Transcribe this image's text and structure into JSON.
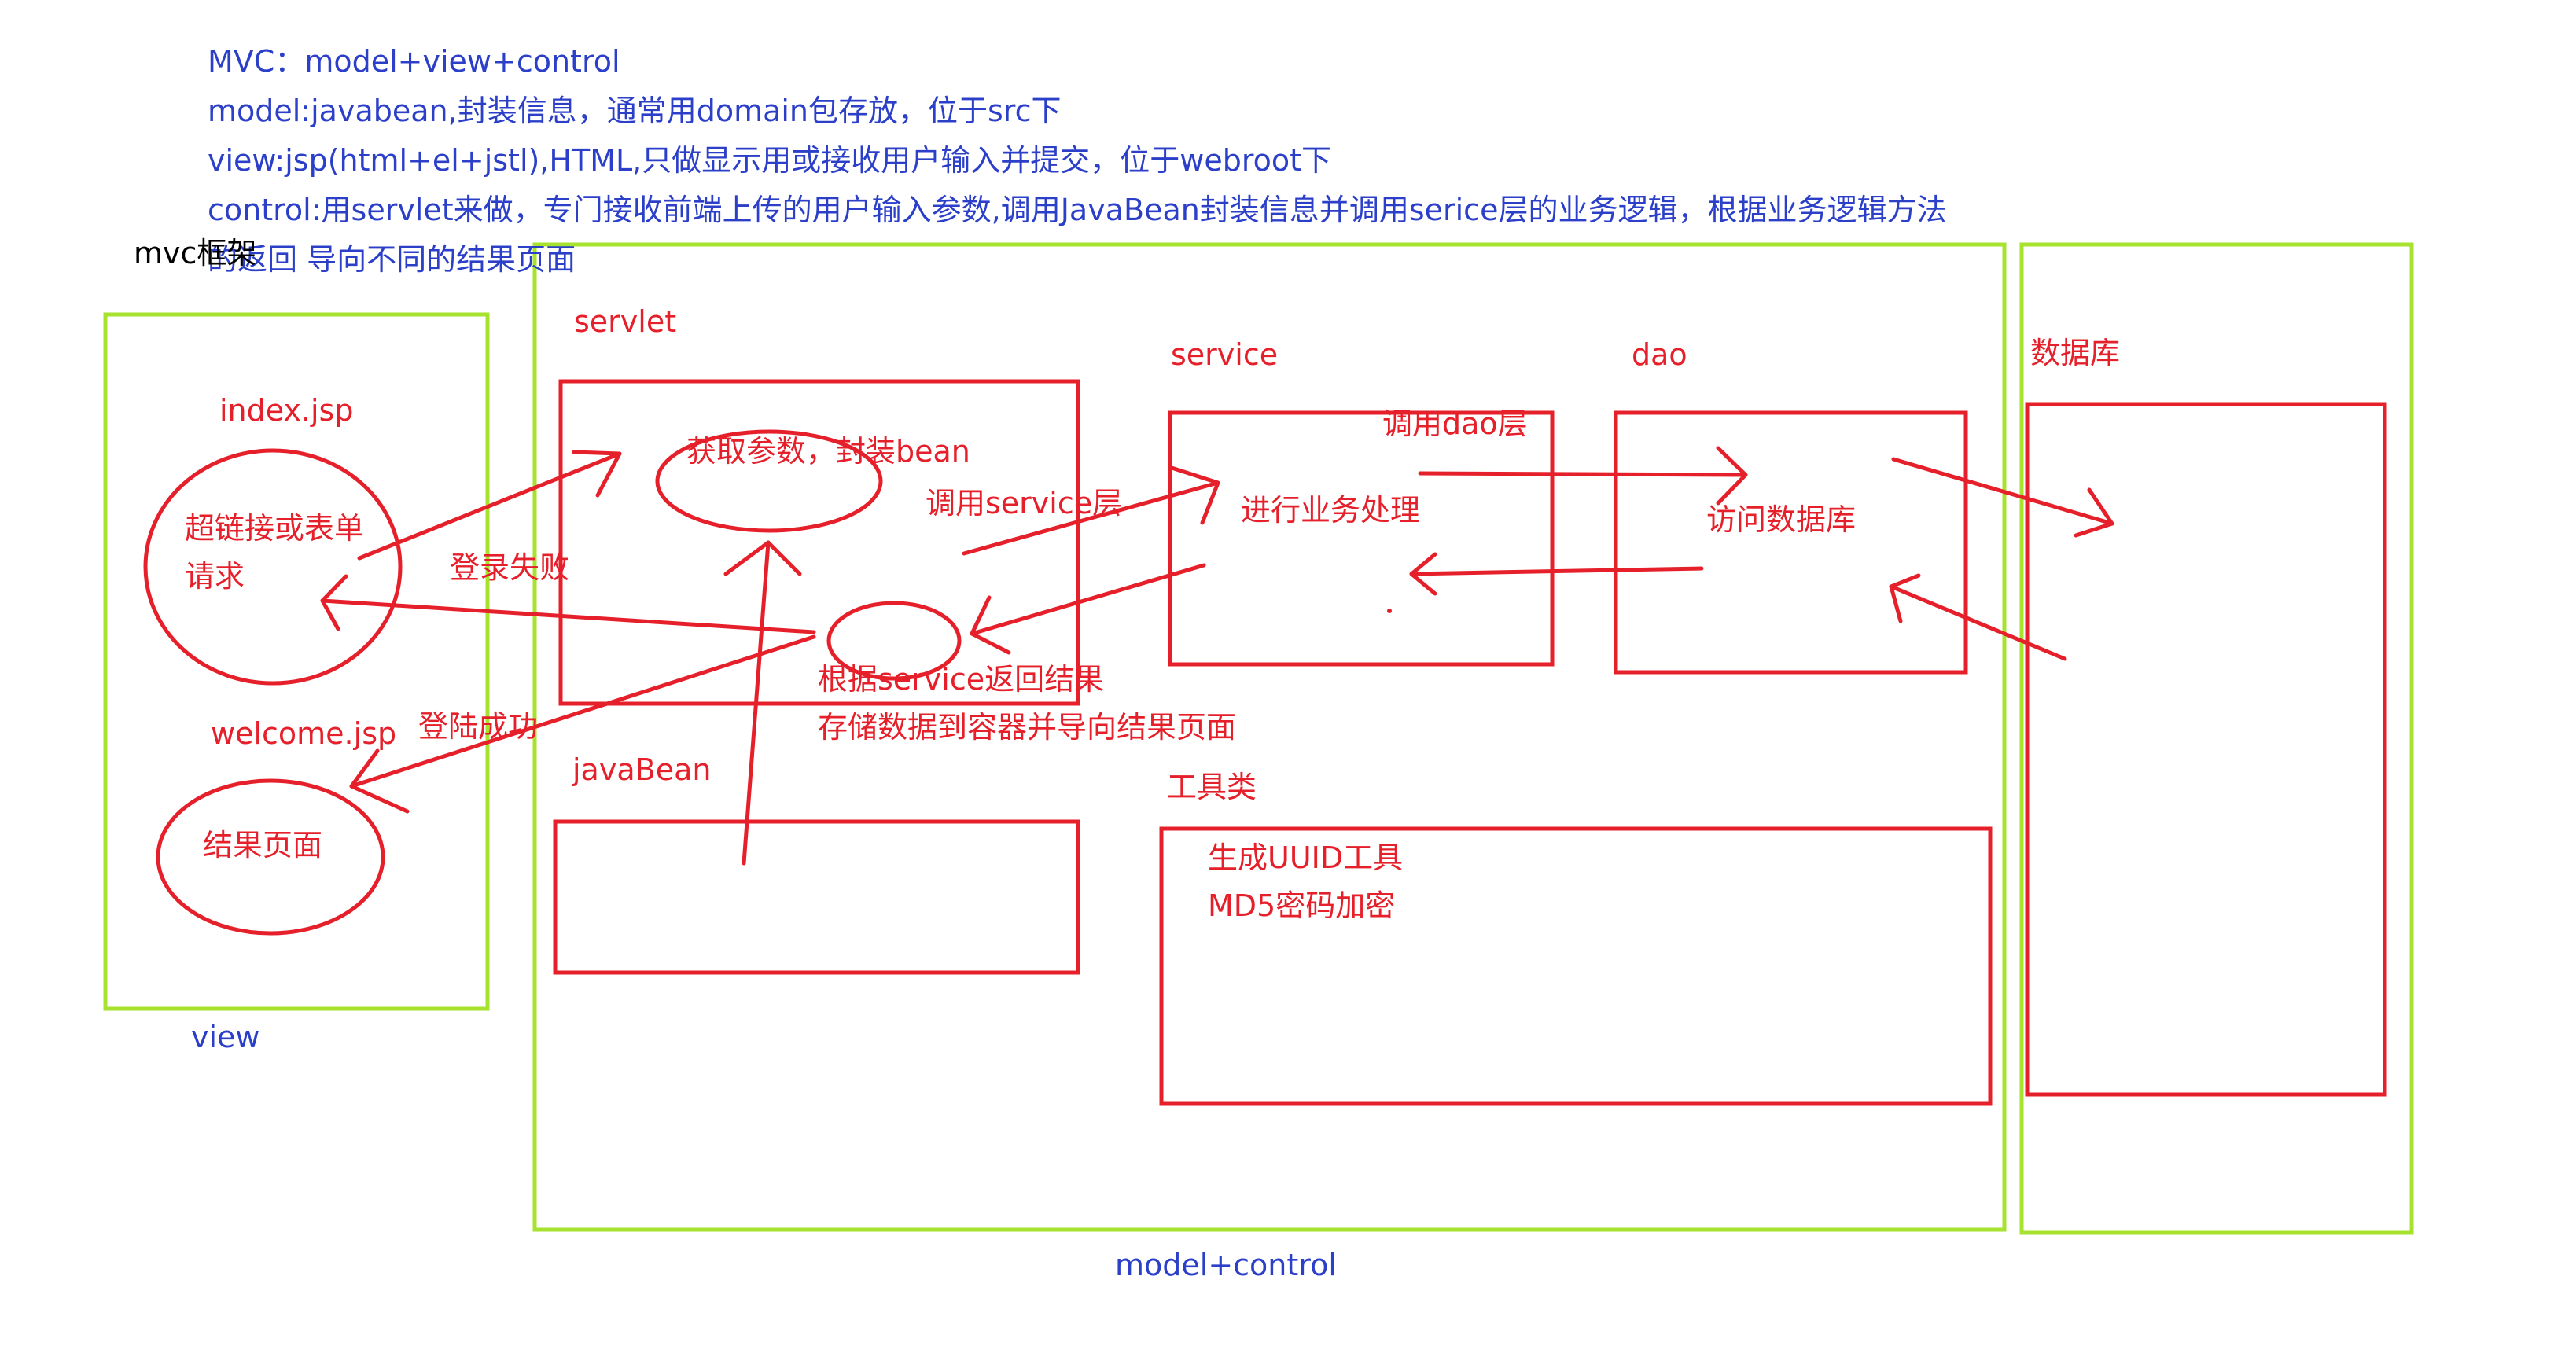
{
  "intro": {
    "line1": "MVC：model+view+control",
    "line2": "model:javabean,封装信息，通常用domain包存放，位于src下",
    "line3": "view:jsp(html+el+jstl),HTML,只做显示用或接收用户输入并提交，位于webroot下",
    "line4": "control:用servlet来做，专门接收前端上传的用户输入参数,调用JavaBean封装信息并调用serice层的业务逻辑，根据业务逻辑方法",
    "line5": "的返回 导向不同的结果页面",
    "overlap": "mvc框架"
  },
  "view_panel": {
    "caption": "view",
    "index_jsp": "index.jsp",
    "request_line1": "超链接或表单",
    "request_line2": "请求",
    "welcome_jsp": "welcome.jsp",
    "result_page": "结果页面"
  },
  "control_panel": {
    "caption": "model+control",
    "servlet": "servlet",
    "get_params": "获取参数，封装bean",
    "return_line1": "根据service返回结果",
    "return_line2": "存储数据到容器并导向结果页面",
    "javabean": "javaBean",
    "service": "service",
    "business": "进行业务处理",
    "dao": "dao",
    "access_db": "访问数据库",
    "tools": "工具类",
    "uuid": "生成UUID工具",
    "md5": "MD5密码加密"
  },
  "flows": {
    "login_fail": "登录失败",
    "login_success": "登陆成功",
    "call_service": "调用service层",
    "call_dao": "调用dao层"
  },
  "database_panel": {
    "title": "数据库"
  },
  "colors": {
    "panel_border": "#a6e22e",
    "ink": "#e6202a",
    "text_blue": "#2b3fc9"
  }
}
